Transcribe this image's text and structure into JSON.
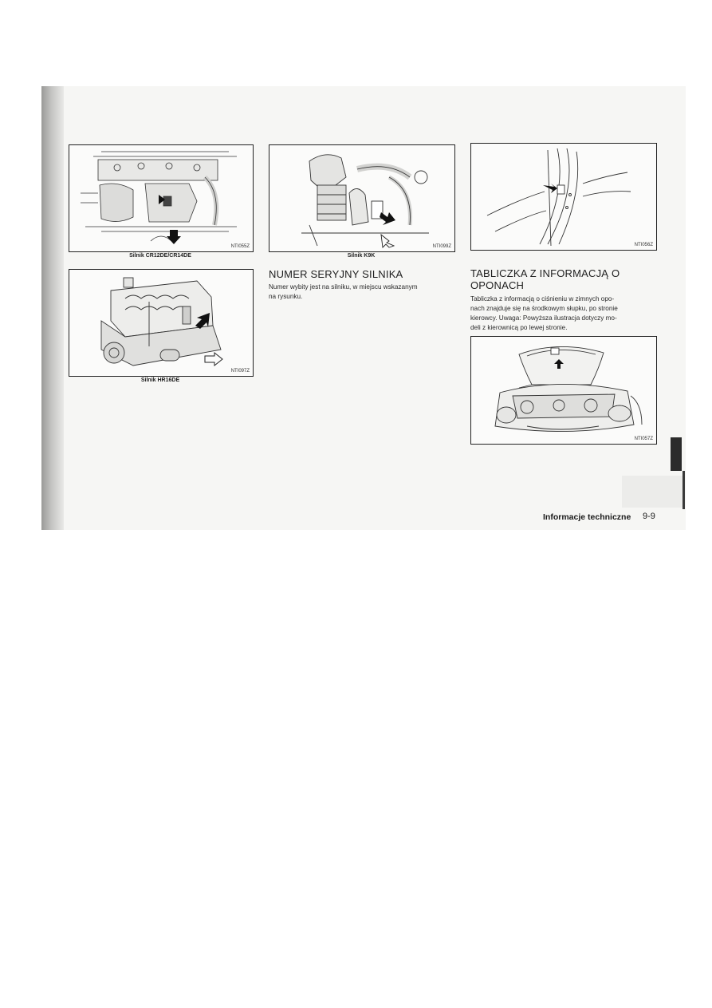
{
  "figures": [
    {
      "code": "NTI055Z",
      "caption": "Silnik CR12DE/CR14DE",
      "icon": "engine-cr12de-illustration"
    },
    {
      "code": "NTI097Z",
      "caption": "Silnik HR16DE",
      "icon": "engine-hr16de-illustration"
    },
    {
      "code": "NTI099Z",
      "caption": "Silnik K9K",
      "icon": "engine-k9k-illustration"
    },
    {
      "code": "NTI056Z",
      "caption": "",
      "icon": "center-pillar-illustration"
    },
    {
      "code": "NTI057Z",
      "caption": "",
      "icon": "car-hood-open-illustration"
    }
  ],
  "sections": {
    "engine_serial": {
      "heading": "NUMER SERYJNY SILNIKA",
      "body_lines": [
        "Numer wybity jest na silniku, w miejscu wskazanym",
        "na rysunku."
      ]
    },
    "tire_label": {
      "heading_lines": [
        "TABLICZKA Z INFORMACJĄ O",
        "OPONACH"
      ],
      "body_lines": [
        "Tabliczka z informacją o ciśnieniu w zimnych opo-",
        "nach znajduje się na środkowym słupku, po stronie",
        "kierowcy. Uwaga: Powyższa ilustracja dotyczy mo-",
        "deli z kierownicą po lewej stronie."
      ]
    }
  },
  "footer": {
    "title": "Informacje techniczne",
    "page": "9-9"
  },
  "colors": {
    "ink": "#1a1a1a",
    "paper": "#f6f6f4",
    "tab": "#2b2b2b"
  }
}
